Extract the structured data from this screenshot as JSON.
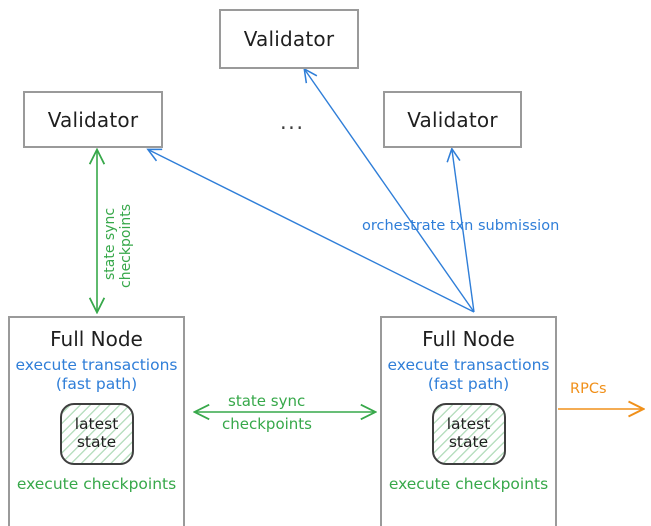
{
  "diagram": {
    "title_nodes": {
      "validator_label": "Validator",
      "fullnode_label": "Full Node",
      "ellipsis": "..."
    },
    "colors": {
      "box_border": "#9a9a9a",
      "blue": "#2f7ed8",
      "green": "#37a84a",
      "orange": "#f0901a",
      "chip_border": "#3f3f3f",
      "text": "#1f1f1f",
      "background": "#ffffff"
    },
    "validators": [
      {
        "id": "validator-top",
        "label": "Validator"
      },
      {
        "id": "validator-left",
        "label": "Validator"
      },
      {
        "id": "validator-right",
        "label": "Validator"
      }
    ],
    "full_nodes": [
      {
        "id": "full-node-left",
        "title": "Full Node",
        "fast_path_line1": "execute transactions",
        "fast_path_line2": "(fast path)",
        "state_chip_line1": "latest",
        "state_chip_line2": "state",
        "checkpoints_caption": "execute checkpoints"
      },
      {
        "id": "full-node-right",
        "title": "Full Node",
        "fast_path_line1": "execute transactions",
        "fast_path_line2": "(fast path)",
        "state_chip_line1": "latest",
        "state_chip_line2": "state",
        "checkpoints_caption": "execute checkpoints"
      }
    ],
    "edge_labels": {
      "orchestrate": "orchestrate txn submission",
      "state_sync_vertical_line1": "state sync",
      "state_sync_vertical_line2": "checkpoints",
      "state_sync_horizontal_line1": "state sync",
      "state_sync_horizontal_line2": "checkpoints",
      "rpcs": "RPCs"
    }
  }
}
